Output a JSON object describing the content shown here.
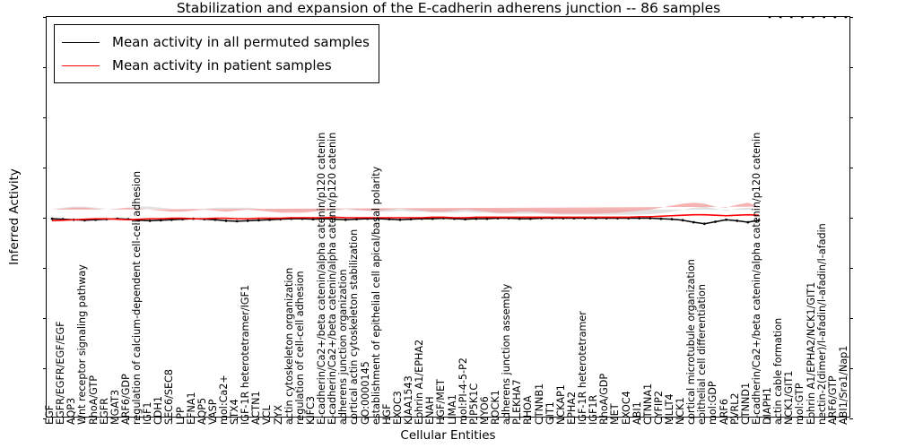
{
  "chart_data": {
    "type": "line",
    "title": "Stabilization and expansion of the E-cadherin adherens junction -- 86 samples",
    "xlabel": "Cellular Entities",
    "ylabel": "Inferred Activity",
    "ylim": [
      -4,
      4
    ],
    "yticks": [
      "-4",
      "-3",
      "-2",
      "-1",
      "0",
      "1",
      "2",
      "3",
      "4"
    ],
    "grid": false,
    "legend_position": "upper left",
    "series": [
      {
        "name": "Mean activity in all permuted samples",
        "color": "#000000",
        "band_color": "#c8c8c8",
        "values": [
          -0.02,
          -0.03,
          -0.04,
          -0.05,
          -0.04,
          -0.03,
          -0.02,
          -0.03,
          -0.05,
          -0.06,
          -0.05,
          -0.04,
          -0.03,
          -0.02,
          -0.03,
          -0.04,
          -0.06,
          -0.07,
          -0.06,
          -0.05,
          -0.04,
          -0.03,
          -0.02,
          -0.02,
          -0.03,
          -0.02,
          -0.03,
          -0.04,
          -0.03,
          -0.02,
          -0.02,
          -0.03,
          -0.04,
          -0.03,
          -0.02,
          -0.02,
          -0.01,
          -0.02,
          -0.03,
          -0.02,
          -0.02,
          -0.01,
          -0.01,
          -0.02,
          -0.02,
          -0.01,
          -0.01,
          -0.01,
          -0.01,
          -0.01,
          -0.01,
          -0.01,
          -0.01,
          -0.01,
          -0.01,
          -0.01,
          -0.02,
          -0.03,
          -0.05,
          -0.09,
          -0.12,
          -0.08,
          -0.04,
          -0.06,
          -0.09,
          -0.05
        ],
        "band_lower": [
          -0.22,
          -0.26,
          -0.3,
          -0.32,
          -0.28,
          -0.24,
          -0.22,
          -0.26,
          -0.32,
          -0.34,
          -0.3,
          -0.26,
          -0.22,
          -0.2,
          -0.24,
          -0.28,
          -0.32,
          -0.34,
          -0.32,
          -0.28,
          -0.24,
          -0.2,
          -0.18,
          -0.18,
          -0.2,
          -0.18,
          -0.2,
          -0.24,
          -0.2,
          -0.18,
          -0.16,
          -0.18,
          -0.22,
          -0.18,
          -0.16,
          -0.14,
          -0.12,
          -0.14,
          -0.16,
          -0.14,
          -0.12,
          -0.1,
          -0.1,
          -0.12,
          -0.12,
          -0.1,
          -0.09,
          -0.08,
          -0.08,
          -0.08,
          -0.08,
          -0.08,
          -0.08,
          -0.08,
          -0.08,
          -0.09,
          -0.12,
          -0.16,
          -0.22,
          -0.3,
          -0.34,
          -0.26,
          -0.2,
          -0.24,
          -0.3,
          -0.22
        ],
        "band_upper": [
          0.18,
          0.2,
          0.22,
          0.22,
          0.2,
          0.18,
          0.18,
          0.2,
          0.22,
          0.22,
          0.2,
          0.18,
          0.16,
          0.16,
          0.18,
          0.2,
          0.2,
          0.2,
          0.2,
          0.18,
          0.16,
          0.14,
          0.14,
          0.14,
          0.14,
          0.14,
          0.14,
          0.16,
          0.14,
          0.14,
          0.12,
          0.12,
          0.14,
          0.12,
          0.12,
          0.1,
          0.1,
          0.1,
          0.12,
          0.1,
          0.1,
          0.08,
          0.08,
          0.08,
          0.08,
          0.08,
          0.07,
          0.06,
          0.06,
          0.06,
          0.06,
          0.06,
          0.06,
          0.06,
          0.06,
          0.07,
          0.09,
          0.12,
          0.16,
          0.2,
          0.22,
          0.18,
          0.14,
          0.18,
          0.2,
          0.16
        ]
      },
      {
        "name": "Mean activity in patient samples",
        "color": "#ff0000",
        "band_color": "#f4a0a0",
        "values": [
          -0.06,
          -0.05,
          -0.04,
          -0.03,
          -0.02,
          -0.02,
          -0.03,
          -0.04,
          -0.03,
          -0.02,
          -0.02,
          -0.01,
          -0.01,
          -0.02,
          -0.02,
          -0.01,
          -0.01,
          -0.02,
          -0.02,
          -0.01,
          -0.01,
          -0.01,
          0.0,
          0.0,
          0.0,
          0.0,
          0.01,
          0.0,
          0.0,
          0.0,
          0.0,
          0.0,
          0.0,
          0.0,
          0.0,
          0.01,
          0.01,
          0.0,
          0.0,
          0.01,
          0.01,
          0.01,
          0.01,
          0.01,
          0.01,
          0.01,
          0.01,
          0.01,
          0.01,
          0.01,
          0.01,
          0.01,
          0.01,
          0.01,
          0.02,
          0.02,
          0.03,
          0.04,
          0.05,
          0.06,
          0.06,
          0.05,
          0.04,
          0.05,
          0.06,
          0.05
        ],
        "band_lower": [
          -0.3,
          -0.28,
          -0.26,
          -0.24,
          -0.2,
          -0.18,
          -0.22,
          -0.26,
          -0.22,
          -0.18,
          -0.16,
          -0.14,
          -0.14,
          -0.18,
          -0.18,
          -0.14,
          -0.14,
          -0.18,
          -0.18,
          -0.14,
          -0.12,
          -0.12,
          -0.1,
          -0.1,
          -0.12,
          -0.12,
          -0.14,
          -0.18,
          -0.14,
          -0.12,
          -0.12,
          -0.14,
          -0.18,
          -0.14,
          -0.12,
          -0.1,
          -0.1,
          -0.12,
          -0.14,
          -0.12,
          -0.1,
          -0.08,
          -0.08,
          -0.1,
          -0.1,
          -0.08,
          -0.07,
          -0.06,
          -0.06,
          -0.06,
          -0.06,
          -0.06,
          -0.06,
          -0.07,
          -0.08,
          -0.1,
          -0.14,
          -0.18,
          -0.24,
          -0.28,
          -0.26,
          -0.2,
          -0.16,
          -0.22,
          -0.26,
          -0.18
        ],
        "band_upper": [
          0.16,
          0.18,
          0.2,
          0.2,
          0.18,
          0.16,
          0.18,
          0.2,
          0.18,
          0.16,
          0.14,
          0.12,
          0.12,
          0.14,
          0.16,
          0.14,
          0.12,
          0.14,
          0.16,
          0.14,
          0.12,
          0.1,
          0.1,
          0.1,
          0.12,
          0.14,
          0.16,
          0.18,
          0.16,
          0.14,
          0.14,
          0.16,
          0.18,
          0.16,
          0.14,
          0.12,
          0.12,
          0.14,
          0.16,
          0.14,
          0.12,
          0.1,
          0.1,
          0.12,
          0.12,
          0.1,
          0.09,
          0.08,
          0.08,
          0.08,
          0.08,
          0.09,
          0.1,
          0.12,
          0.14,
          0.16,
          0.2,
          0.24,
          0.28,
          0.3,
          0.28,
          0.22,
          0.2,
          0.26,
          0.3,
          0.22
        ]
      }
    ],
    "categories": [
      "EGF",
      "EGFR/EGFR/EGF/EGF",
      "AQP3",
      "Wnt receptor signaling pathway",
      "RhoA/GTP",
      "EGFR",
      "MGAT3",
      "ARF6/GDP",
      "regulation of calcium-dependent cell-cell adhesion",
      "IGF1",
      "CDH1",
      "SEC6/SEC8",
      "LPP",
      "EFNA1",
      "AQP5",
      "VASP",
      "mol:Ca2+",
      "STX4",
      "IGF-1R heterotetramer/IGF1",
      "ACTN1",
      "VCL",
      "ZYX",
      "actin cytoskeleton organization",
      "regulation of cell-cell adhesion",
      "KIFC3",
      "E-cadherin/Ca2+/beta catenin/alpha catenin/p120 catenin",
      "E-cadherin/Ca2+/beta catenin/alpha catenin/p120 catenin",
      "adherens junction organization",
      "cortical actin cytoskeleton stabilization",
      "GO:0000145",
      "establishment of epithelial cell apical/basal polarity",
      "HGF",
      "EXOC3",
      "KIAA1543",
      "Ephrin A1/EPHA2",
      "ENAH",
      "HGF/MET",
      "LIMA1",
      "mol:PI-4-5-P2",
      "PIP5K1C",
      "MYO6",
      "ROCK1",
      "adherens junction assembly",
      "PLEKHA7",
      "RHOA",
      "CTNNB1",
      "GIT1",
      "NCKAP1",
      "EPHA2",
      "IGF-1R heterotetramer",
      "IGF1R",
      "RhoA/GDP",
      "MET",
      "EXOC4",
      "ABI1",
      "CTNNA1",
      "CYFIP2",
      "MLLT4",
      "NCK1",
      "cortical microtubule organization",
      "epithelial cell differentiation",
      "mol:GDP",
      "ARF6",
      "PVRL2",
      "CTNND1",
      "E-cadherin/Ca2+/beta catenin/alpha catenin/p120 catenin",
      "DIAPH1",
      "actin cable formation",
      "NCK1/GIT1",
      "mol:GTP",
      "Ephrin A1/EPHA2/NCK1/GIT1",
      "nectin-2(dimer)/l-afadin/l-afadin/l-afadin",
      "ARF6/GTP",
      "ABI1/Sra1/Nap1"
    ]
  },
  "legend": {
    "items": [
      {
        "label": "Mean activity in all permuted samples",
        "color": "#000000"
      },
      {
        "label": "Mean activity in patient samples",
        "color": "#ff0000"
      }
    ]
  }
}
